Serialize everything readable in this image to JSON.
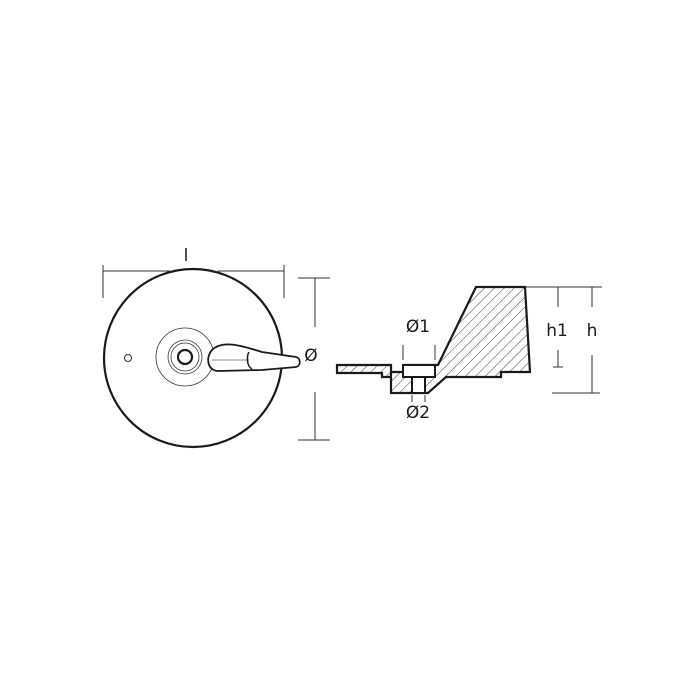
{
  "diagram": {
    "type": "technical-drawing",
    "subject": "anode (top view and cross-section)",
    "line_color": "#1a1a1a",
    "dim_line_color": "#333333",
    "hatch_color": "#444444",
    "background": "#ffffff"
  },
  "top_view": {
    "labels": {
      "length": "l",
      "diameter": "Ø"
    }
  },
  "section_view": {
    "labels": {
      "hole_diameter_1": "Ø1",
      "hole_diameter_2": "Ø2",
      "height_1": "h1",
      "height": "h"
    }
  }
}
